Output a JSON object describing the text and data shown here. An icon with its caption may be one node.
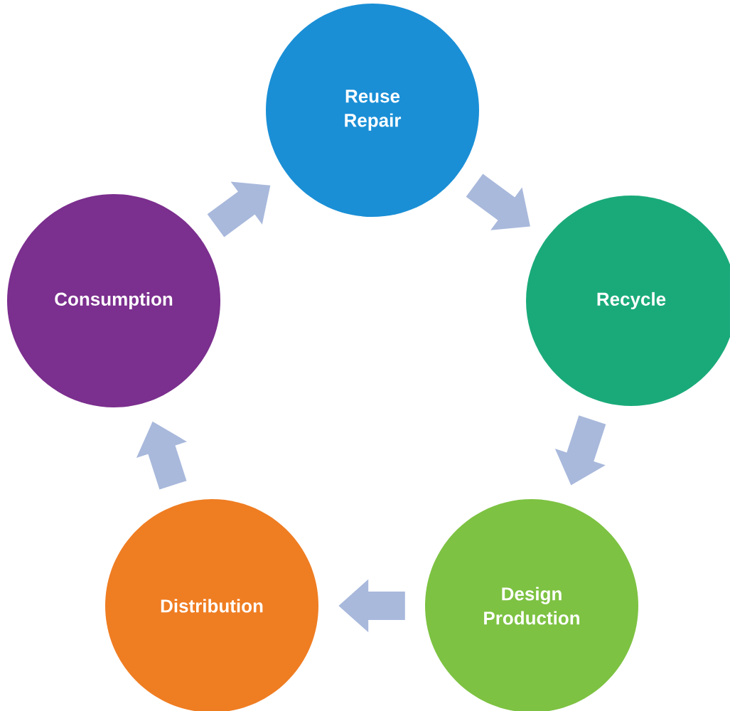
{
  "diagram": {
    "nodes": [
      {
        "text": [
          "Reuse Repair"
        ]
      },
      {
        "text": [
          "Recycle"
        ]
      },
      {
        "text": [
          "Design Production"
        ]
      },
      {
        "text": [
          "Distribution"
        ]
      },
      {
        "text": [
          "Consumption"
        ]
      }
    ],
    "edges": [
      {
        "from": 0,
        "to": 1,
        "arrow": "to"
      },
      {
        "from": 1,
        "to": 2,
        "arrow": "to"
      },
      {
        "from": 2,
        "to": 3,
        "arrow": "to"
      },
      {
        "from": 3,
        "to": 4,
        "arrow": "to"
      },
      {
        "from": 4,
        "to": 0,
        "arrow": "to"
      }
    ]
  }
}
